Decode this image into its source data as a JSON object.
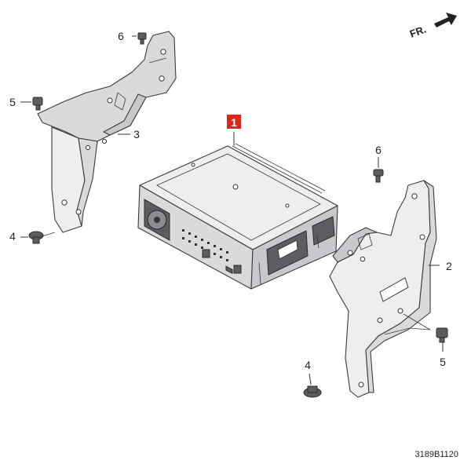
{
  "diagram": {
    "direction_indicator": "FR.",
    "drawing_code": "3189B1120",
    "highlighted_part": "1",
    "callouts": {
      "unit_1": "1",
      "bracket_right": "2",
      "bracket_left": "3",
      "bolt_left": "4",
      "bolt_right": "4",
      "screw_left": "5",
      "screw_right": "5",
      "screw_top_left": "6",
      "screw_top_right": "6"
    }
  }
}
